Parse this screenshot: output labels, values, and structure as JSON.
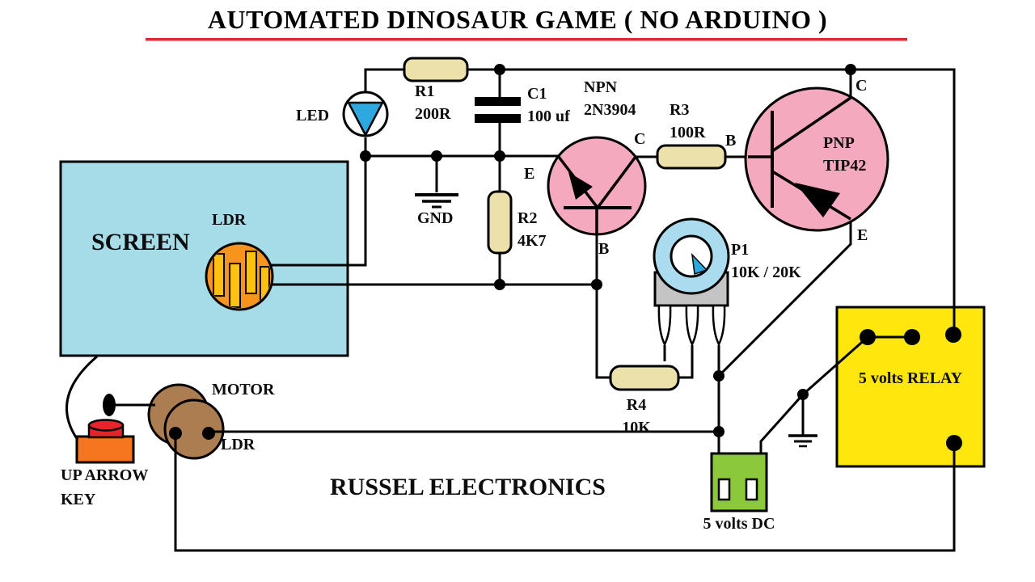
{
  "title": {
    "text": "AUTOMATED DINOSAUR GAME ( NO ARDUINO )"
  },
  "footer": {
    "brand": "RUSSEL ELECTRONICS"
  },
  "components": {
    "led": {
      "label": "LED"
    },
    "r1": {
      "label": "R1",
      "value": "200R"
    },
    "c1": {
      "label": "C1",
      "value": "100 uf"
    },
    "npn": {
      "label": "NPN",
      "value": "2N3904",
      "terminals": {
        "e": "E",
        "c": "C",
        "b": "B"
      }
    },
    "r3": {
      "label": "R3",
      "value": "100R"
    },
    "pnp": {
      "label": "PNP",
      "value": "TIP42",
      "terminals": {
        "c": "C",
        "b": "B",
        "e": "E"
      }
    },
    "gnd": {
      "label": "GND"
    },
    "r2": {
      "label": "R2",
      "value": "4K7"
    },
    "screen": {
      "label": "SCREEN"
    },
    "ldr_screen": {
      "label": "LDR"
    },
    "p1": {
      "label": "P1",
      "value": "10K / 20K"
    },
    "r4": {
      "label": "R4",
      "value": "10K"
    },
    "relay": {
      "label": "5 volts RELAY"
    },
    "motor": {
      "label": "MOTOR"
    },
    "ldr_motor": {
      "label": "LDR"
    },
    "up_key": {
      "label_line1": "UP ARROW",
      "label_line2": "KEY"
    },
    "dc": {
      "label": "5 volts DC"
    }
  },
  "colors": {
    "underline_red": "#DD2A33",
    "screen_blue": "#A6DBE8",
    "transistor_pink": "#F4A9BE",
    "resistor_tan": "#EDE1AB",
    "relay_yellow": "#FFE70D",
    "dc_green": "#8CC83C",
    "motor_brown": "#AB7D50",
    "ldr_orange": "#F7941E",
    "ldr_gold": "#FFC010",
    "led_blue": "#2EA9E0",
    "pot_blue": "#ABDBEF",
    "pot_gray": "#C4C4C4",
    "key_orange": "#F5761E",
    "key_red": "#E9222B",
    "wire_black": "#000000"
  }
}
